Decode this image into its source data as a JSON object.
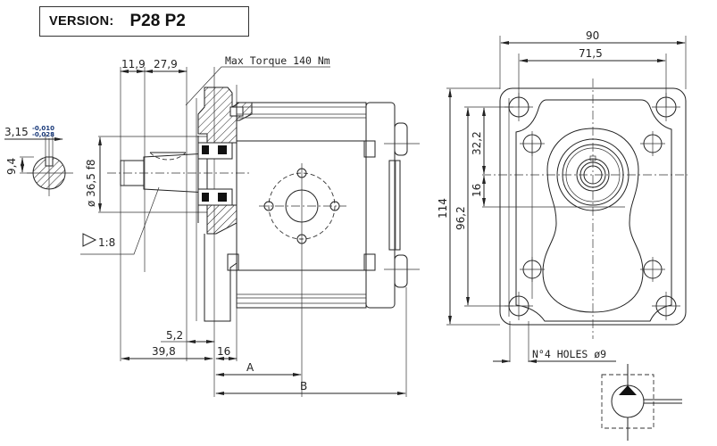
{
  "version": {
    "label": "VERSION:",
    "value": "P28 P2"
  },
  "side_view": {
    "dims": {
      "d_11_9": "11,9",
      "d_27_9": "27,9",
      "max_torque": "Max Torque 140 Nm",
      "key_width": "3,15",
      "key_tol_upper": "-0,010",
      "key_tol_lower": "-0,028",
      "key_height": "9,4",
      "pilot_dia": "ø 36,5 f8",
      "taper": "1:8",
      "d_5_2": "5,2",
      "d_39_8": "39,8",
      "d_16": "16",
      "dim_a": "A",
      "dim_b": "B"
    }
  },
  "front_view": {
    "dims": {
      "width_90": "90",
      "hole_pitch_71_5": "71,5",
      "height_114": "114",
      "hole_pitch_96_2": "96,2",
      "d_32_2": "32,2",
      "d_16": "16",
      "holes_note": "N°4 HOLES ø9"
    }
  },
  "symbol": {
    "name": "hydraulic-pump-symbol"
  }
}
